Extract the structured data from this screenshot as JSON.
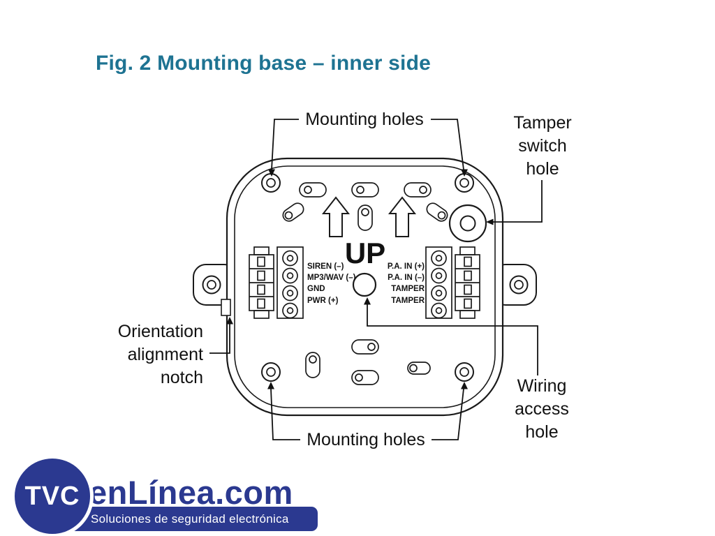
{
  "title": {
    "text": "Fig. 2 Mounting base – inner side"
  },
  "diagram": {
    "up_label": "UP",
    "labels": {
      "mounting_top": "Mounting holes",
      "mounting_bottom": "Mounting holes",
      "tamper_line1": "Tamper",
      "tamper_line2": "switch",
      "tamper_line3": "hole",
      "orientation_line1": "Orientation",
      "orientation_line2": "alignment",
      "orientation_line3": "notch",
      "wiring_line1": "Wiring",
      "wiring_line2": "access",
      "wiring_line3": "hole"
    },
    "terminals_left": [
      "SIREN (–)",
      "MP3/WAV (–)",
      "GND",
      "PWR (+)"
    ],
    "terminals_right": [
      "P.A. IN (+)",
      "P.A. IN (–)",
      "TAMPER",
      "TAMPER"
    ]
  },
  "logo": {
    "monogram": "TVC",
    "brand": "enLínea.com",
    "tagline": "Soluciones de seguridad electrónica"
  },
  "colors": {
    "title_teal": "#1e7392",
    "brand_blue": "#2b3990",
    "line": "#1a1a1a"
  }
}
